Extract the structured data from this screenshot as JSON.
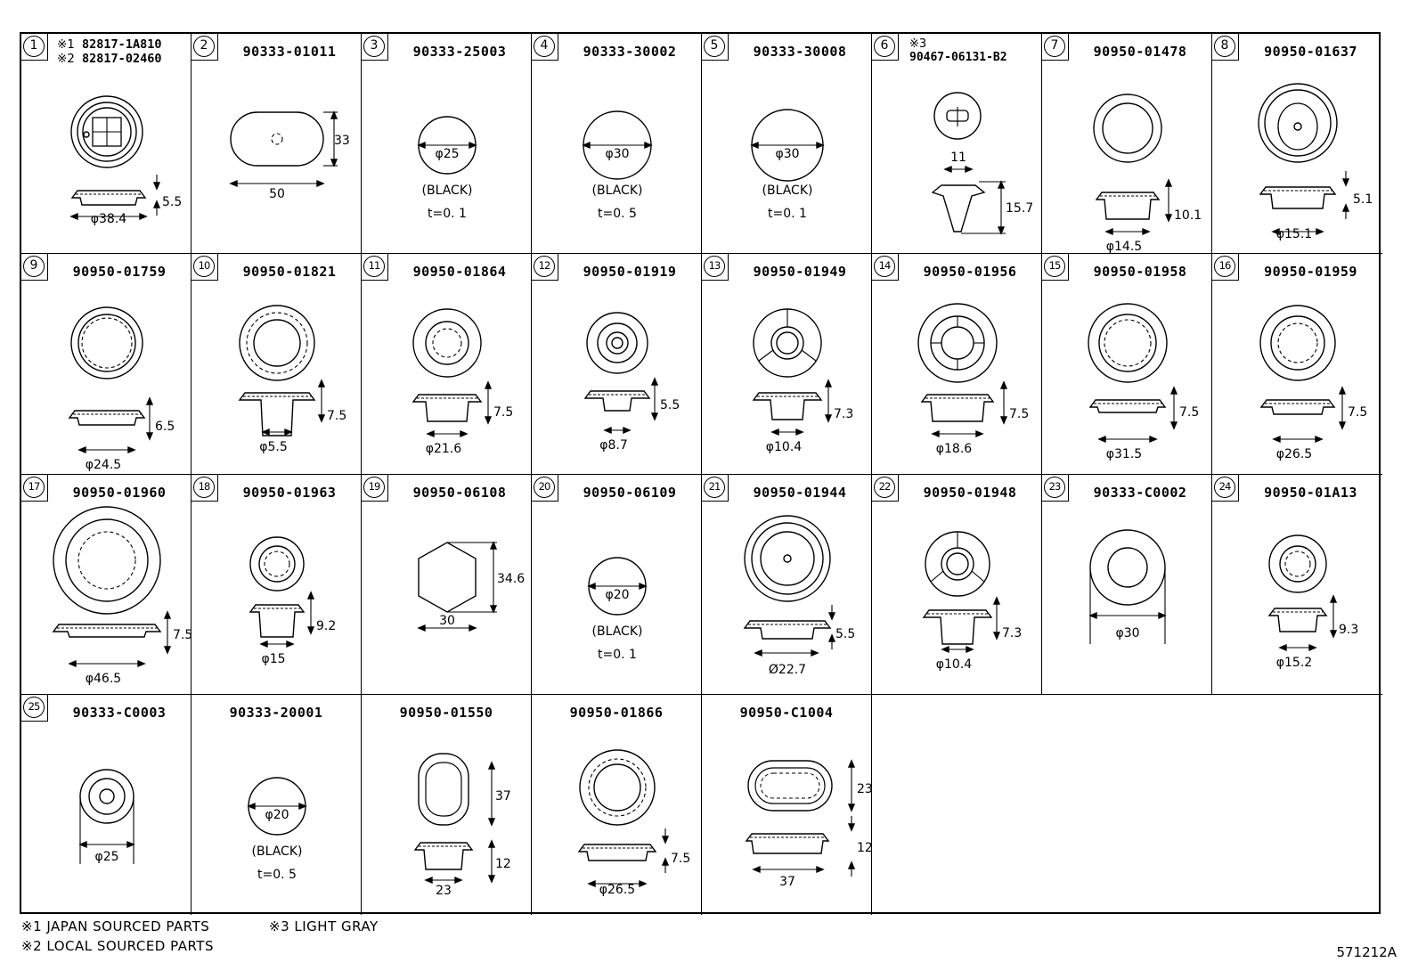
{
  "cells": [
    {
      "no": "1",
      "part_lines": [
        {
          "mark": "※1",
          "text": "82817-1A810"
        },
        {
          "mark": "※2",
          "text": "82817-02460"
        }
      ],
      "dims": [
        "5.5",
        "φ38.4"
      ],
      "notes": []
    },
    {
      "no": "2",
      "part": "90333-01011",
      "dims": [
        "33",
        "50"
      ],
      "notes": []
    },
    {
      "no": "3",
      "part": "90333-25003",
      "dims": [
        "φ25"
      ],
      "notes": [
        "(BLACK)",
        "t=0. 1"
      ]
    },
    {
      "no": "4",
      "part": "90333-30002",
      "dims": [
        "φ30"
      ],
      "notes": [
        "(BLACK)",
        "t=0. 5"
      ]
    },
    {
      "no": "5",
      "part": "90333-30008",
      "dims": [
        "φ30"
      ],
      "notes": [
        "(BLACK)",
        "t=0. 1"
      ]
    },
    {
      "no": "6",
      "mark": "※3",
      "part": "90467-06131-B2",
      "dims": [
        "11",
        "15.7"
      ],
      "notes": []
    },
    {
      "no": "7",
      "part": "90950-01478",
      "dims": [
        "10.1",
        "φ14.5"
      ],
      "notes": []
    },
    {
      "no": "8",
      "part": "90950-01637",
      "dims": [
        "5.1",
        "φ15.1"
      ],
      "notes": []
    },
    {
      "no": "9",
      "part": "90950-01759",
      "dims": [
        "6.5",
        "φ24.5"
      ],
      "notes": []
    },
    {
      "no": "10",
      "part": "90950-01821",
      "dims": [
        "7.5",
        "φ5.5"
      ],
      "notes": []
    },
    {
      "no": "11",
      "part": "90950-01864",
      "dims": [
        "7.5",
        "φ21.6"
      ],
      "notes": []
    },
    {
      "no": "12",
      "part": "90950-01919",
      "dims": [
        "5.5",
        "φ8.7"
      ],
      "notes": []
    },
    {
      "no": "13",
      "part": "90950-01949",
      "dims": [
        "7.3",
        "φ10.4"
      ],
      "notes": []
    },
    {
      "no": "14",
      "part": "90950-01956",
      "dims": [
        "7.5",
        "φ18.6"
      ],
      "notes": []
    },
    {
      "no": "15",
      "part": "90950-01958",
      "dims": [
        "7.5",
        "φ31.5"
      ],
      "notes": []
    },
    {
      "no": "16",
      "part": "90950-01959",
      "dims": [
        "7.5",
        "φ26.5"
      ],
      "notes": []
    },
    {
      "no": "17",
      "part": "90950-01960",
      "dims": [
        "7.5",
        "φ46.5"
      ],
      "notes": []
    },
    {
      "no": "18",
      "part": "90950-01963",
      "dims": [
        "9.2",
        "φ15"
      ],
      "notes": []
    },
    {
      "no": "19",
      "part": "90950-06108",
      "dims": [
        "34.6",
        "30"
      ],
      "notes": []
    },
    {
      "no": "20",
      "part": "90950-06109",
      "dims": [
        "φ20"
      ],
      "notes": [
        "(BLACK)",
        "t=0. 1"
      ]
    },
    {
      "no": "21",
      "part": "90950-01944",
      "dims": [
        "5.5",
        "Ø22.7"
      ],
      "notes": []
    },
    {
      "no": "22",
      "part": "90950-01948",
      "dims": [
        "7.3",
        "φ10.4"
      ],
      "notes": []
    },
    {
      "no": "23",
      "part": "90333-C0002",
      "dims": [
        "φ30"
      ],
      "notes": []
    },
    {
      "no": "24",
      "part": "90950-01A13",
      "dims": [
        "9.3",
        "φ15.2"
      ],
      "notes": []
    },
    {
      "no": "25",
      "part": "90333-C0003",
      "dims": [
        "φ25"
      ],
      "notes": []
    },
    {
      "no": "",
      "part": "90333-20001",
      "dims": [
        "φ20"
      ],
      "notes": [
        "(BLACK)",
        "t=0. 5"
      ]
    },
    {
      "no": "",
      "part": "90950-01550",
      "dims": [
        "37",
        "12",
        "23"
      ],
      "notes": []
    },
    {
      "no": "",
      "part": "90950-01866",
      "dims": [
        "7.5",
        "φ26.5"
      ],
      "notes": []
    },
    {
      "no": "",
      "part": "90950-C1004",
      "dims": [
        "23",
        "12",
        "37"
      ],
      "notes": []
    }
  ],
  "footnotes": {
    "note1": "※1  JAPAN SOURCED PARTS",
    "note3": "※3  LIGHT GRAY",
    "note2": "※2  LOCAL SOURCED PARTS"
  },
  "illustration_code": "571212A"
}
